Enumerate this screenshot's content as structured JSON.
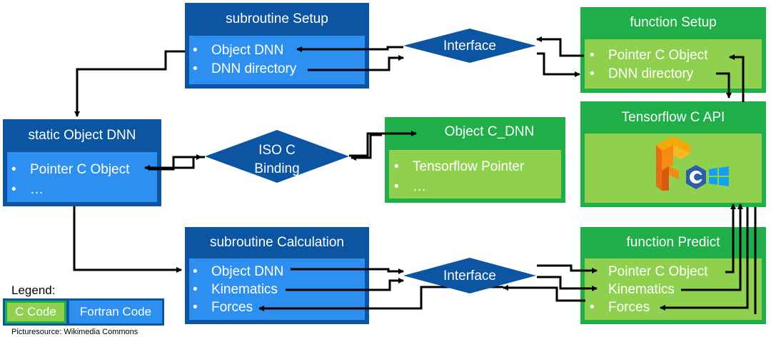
{
  "fortran_setup": {
    "title": "subroutine Setup",
    "items": [
      "Object DNN",
      "DNN directory"
    ]
  },
  "c_setup": {
    "title": "function Setup",
    "items": [
      "Pointer C Object",
      "DNN directory"
    ]
  },
  "static_dnn": {
    "title": "static Object DNN",
    "items": [
      "Pointer C Object",
      "…"
    ]
  },
  "c_dnn": {
    "title": "Object C_DNN",
    "items": [
      "Tensorflow Pointer",
      "…"
    ]
  },
  "tf_api": {
    "title": "Tensorflow C API",
    "icons": [
      "tensorflow-logo-icon",
      "c-language-icon",
      "windows-logo-icon"
    ]
  },
  "fortran_calc": {
    "title": "subroutine Calculation",
    "items": [
      "Object DNN",
      "Kinematics",
      "Forces"
    ]
  },
  "c_predict": {
    "title": "function Predict",
    "items": [
      "Pointer C Object",
      "Kinematics",
      "Forces"
    ]
  },
  "interfaces": {
    "top": "Interface",
    "bottom": "Interface",
    "iso_line1": "ISO C",
    "iso_line2": "Binding"
  },
  "legend": {
    "title": "Legend:",
    "c_code": "C Code",
    "fortran_code": "Fortran Code"
  },
  "source": "Picturesource: Wikimedia Commons",
  "colors": {
    "fortran_dark": "#0b55a3",
    "fortran_light": "#2d8ff0",
    "c_dark": "#1fae48",
    "c_light": "#8fd14f",
    "diamond": "#0b55a3"
  }
}
